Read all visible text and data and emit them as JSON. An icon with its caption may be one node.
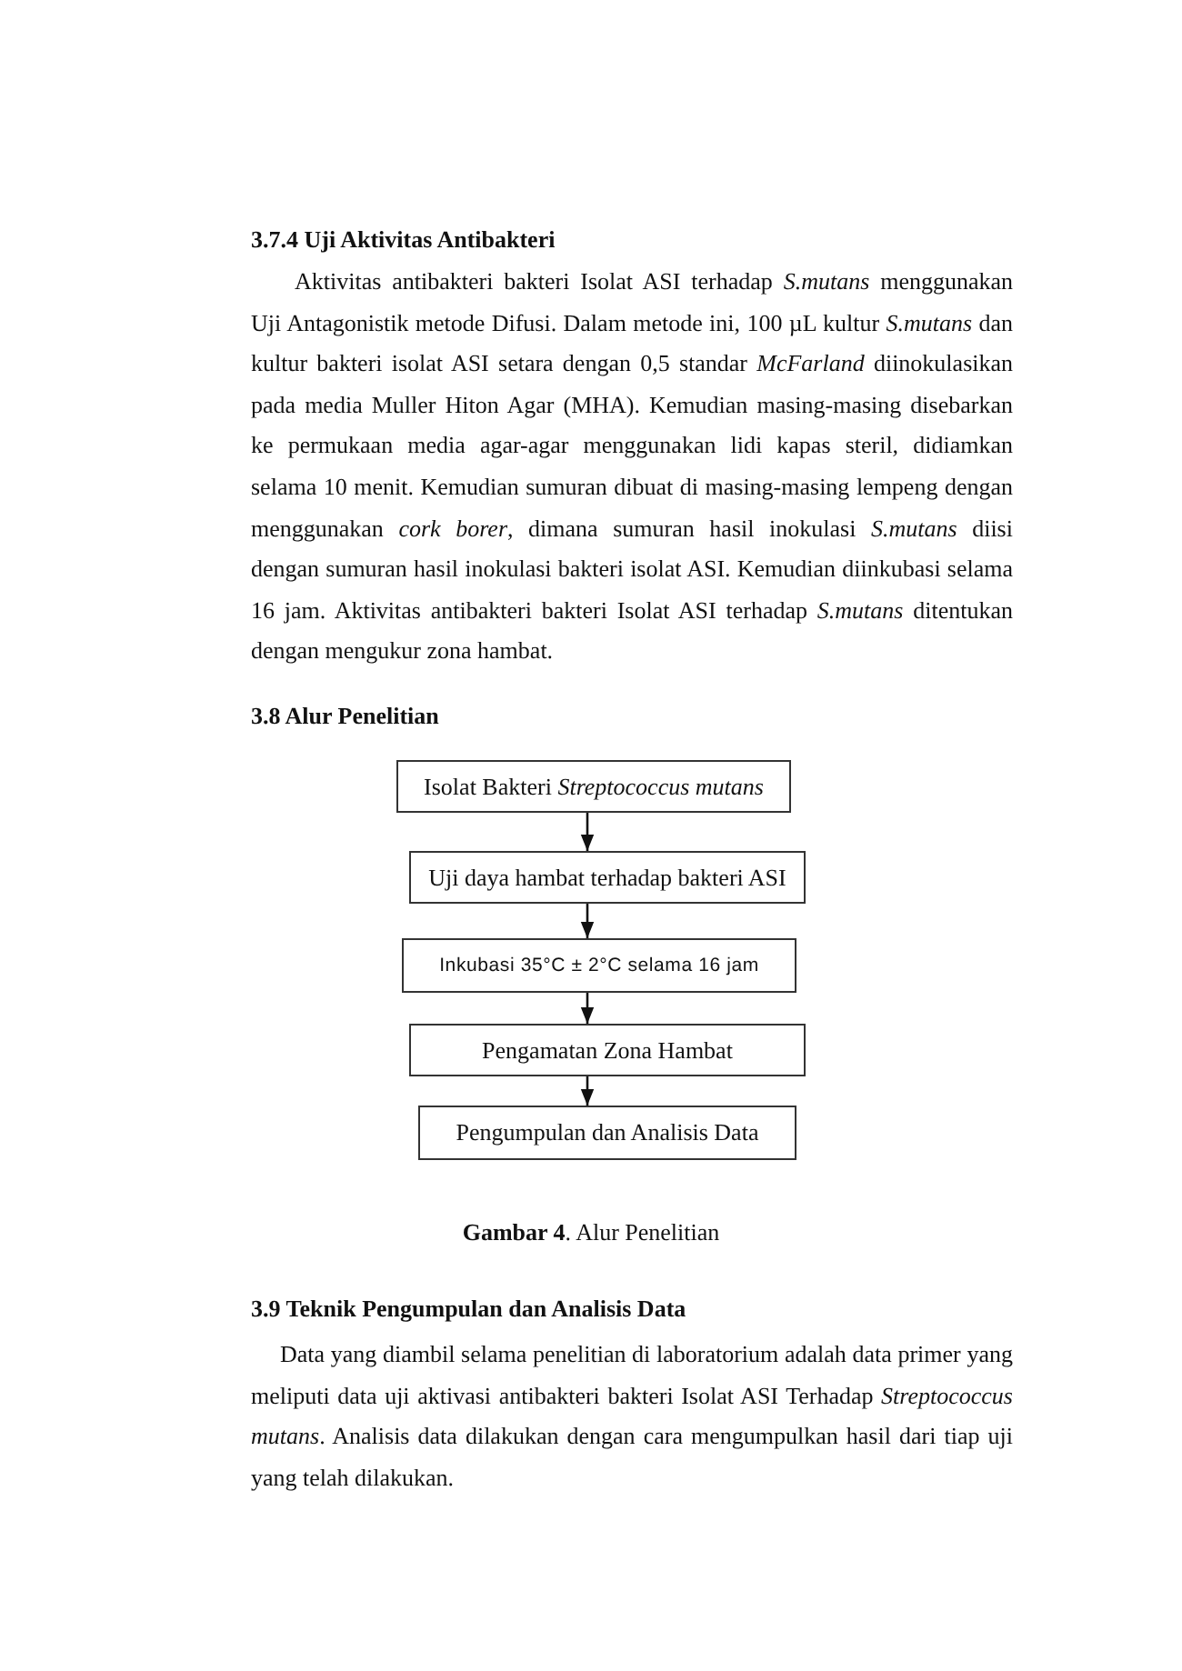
{
  "diagram": {
    "caption": "**Gambar 4**. Alur Penelitian",
    "nodes": [
      {
        "text": [
          "Isolat Bakteri *Streptococcus mutans*"
        ]
      },
      {
        "text": [
          "Uji daya hambat terhadap bakteri ASI"
        ]
      },
      {
        "text": [
          "Inkubasi 35°C ± 2°C selama 16 jam"
        ]
      },
      {
        "text": [
          "Pengamatan Zona Hambat"
        ]
      },
      {
        "text": [
          "Pengumpulan dan Analisis Data"
        ]
      }
    ],
    "edges": [
      {
        "from": 0,
        "to": 1,
        "arrow": "to"
      },
      {
        "from": 1,
        "to": 2,
        "arrow": "to"
      },
      {
        "from": 2,
        "to": 3,
        "arrow": "to"
      },
      {
        "from": 3,
        "to": 4,
        "arrow": "to"
      }
    ],
    "labels": [
      "3.7.4 Uji Aktivitas Antibakteri",
      "Aktivitas antibakteri bakteri Isolat ASI terhadap *S.mutans* menggunakan Uji Antagonistik metode Difusi. Dalam metode ini, 100 µL kultur *S.mutans* dan kultur bakteri isolat ASI setara dengan 0,5 standar *McFarland* diinokulasikan pada media Muller Hiton Agar (MHA). Kemudian masing-masing disebarkan ke permukaan media agar-agar menggunakan lidi kapas steril, didiamkan selama 10 menit. Kemudian sumuran dibuat di masing-masing lempeng dengan menggunakan *cork borer*, dimana sumuran hasil inokulasi *S.mutans* diisi dengan sumuran hasil inokulasi bakteri isolat ASI. Kemudian diinkubasi selama 16 jam. Aktivitas antibakteri bakteri Isolat ASI terhadap *S.mutans* ditentukan dengan mengukur zona hambat.",
      "3.8 Alur Penelitian",
      "3.9 Teknik Pengumpulan dan Analisis Data",
      "Data yang diambil selama penelitian di laboratorium adalah data primer yang meliputi data uji aktivasi antibakteri bakteri Isolat ASI Terhadap *Streptococcus mutans*. Analisis data dilakukan dengan cara mengumpulkan hasil dari tiap uji yang telah dilakukan."
    ]
  }
}
